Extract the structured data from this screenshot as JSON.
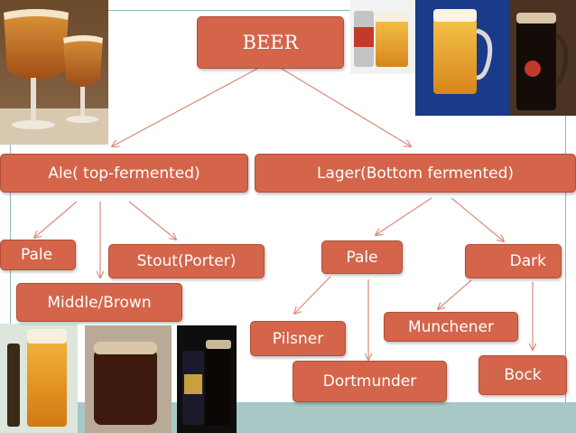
{
  "diagram": {
    "root": {
      "label": "BEER"
    },
    "ale": {
      "label": "Ale( top-fermented)"
    },
    "lager": {
      "label": "Lager(Bottom fermented)"
    },
    "ale_types": {
      "pale": {
        "label": "Pale"
      },
      "stout": {
        "label": "Stout(Porter)"
      },
      "middle_brown": {
        "label": "Middle/Brown"
      }
    },
    "lager_types": {
      "pale": {
        "label": "Pale"
      },
      "dark": {
        "label": "Dark"
      },
      "pilsner": {
        "label": "Pilsner"
      },
      "dortmunder": {
        "label": "Dortmunder"
      },
      "munchener": {
        "label": "Munchener"
      },
      "bock": {
        "label": "Bock"
      }
    },
    "edges": [
      [
        "BEER",
        "Ale( top-fermented)"
      ],
      [
        "BEER",
        "Lager(Bottom fermented)"
      ],
      [
        "Ale( top-fermented)",
        "Pale"
      ],
      [
        "Ale( top-fermented)",
        "Middle/Brown"
      ],
      [
        "Ale( top-fermented)",
        "Stout(Porter)"
      ],
      [
        "Lager(Bottom fermented)",
        "Pale"
      ],
      [
        "Lager(Bottom fermented)",
        "Dark"
      ],
      [
        "Pale",
        "Pilsner"
      ],
      [
        "Pale",
        "Dortmunder"
      ],
      [
        "Dark",
        "Munchener"
      ],
      [
        "Dark",
        "Bock"
      ]
    ]
  },
  "photos": {
    "top_left": "beer-goblets-photo",
    "top_right": "beer-mugs-photo",
    "bottom_left": "ale-and-stout-photo"
  },
  "colors": {
    "node_fill": "#d4654a",
    "node_border": "#b24e37",
    "node_text": "#ffffff",
    "connector": "#d98a78",
    "accent_band": "#a7c8c6"
  }
}
